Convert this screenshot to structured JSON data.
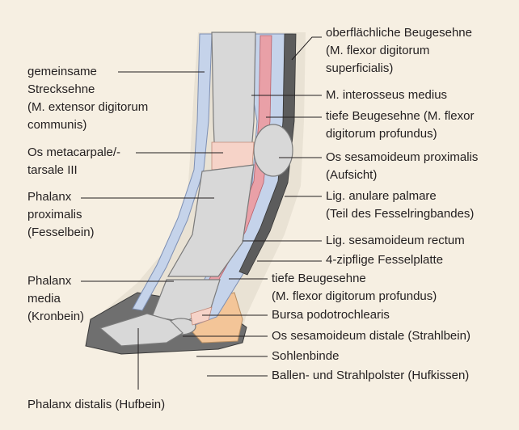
{
  "colors": {
    "background": "#f6efe2",
    "bone": "#d8d8d8",
    "tendon_sheath": "#c5d3ea",
    "tendon": "#e9a0a7",
    "cartilage": "#f6d3c8",
    "hoof": "#6f6f6f",
    "cushion": "#f3c598",
    "leader_line": "#231f20"
  },
  "labels": {
    "oberflaechliche_beugesehne": "oberflächliche Beugesehne\n(M. flexor digitorum\nsuperficialis)",
    "gemeinsame_strecksehne": "gemeinsame\nStrecksehne\n(M. extensor digitorum\ncommunis)",
    "m_interosseus_medius": "M. interosseus medius",
    "tiefe_beugesehne_upper": "tiefe Beugesehne (M. flexor\ndigitorum profundus)",
    "os_metacarpale": "Os metacarpale/-\ntarsale III",
    "os_sesamoideum_proximalis": "Os sesamoideum proximalis\n(Aufsicht)",
    "phalanx_proximalis": "Phalanx\nproximalis\n(Fesselbein)",
    "lig_anulare_palmare": "Lig. anulare palmare\n(Teil des Fesselringbandes)",
    "lig_sesamoideum_rectum": "Lig. sesamoideum rectum",
    "fesselplatte": "4-zipflige Fesselplatte",
    "phalanx_media": "Phalanx\nmedia\n(Kronbein)",
    "tiefe_beugesehne_lower": "tiefe Beugesehne\n(M. flexor digitorum profundus)",
    "bursa_podotrochlearis": "Bursa podotrochlearis",
    "os_sesamoideum_distale": "Os sesamoideum distale (Strahlbein)",
    "sohlenbinde": "Sohlenbinde",
    "ballen_strahlpolster": "Ballen- und Strahlpolster (Hufkissen)",
    "phalanx_distalis": "Phalanx distalis (Hufbein)"
  }
}
